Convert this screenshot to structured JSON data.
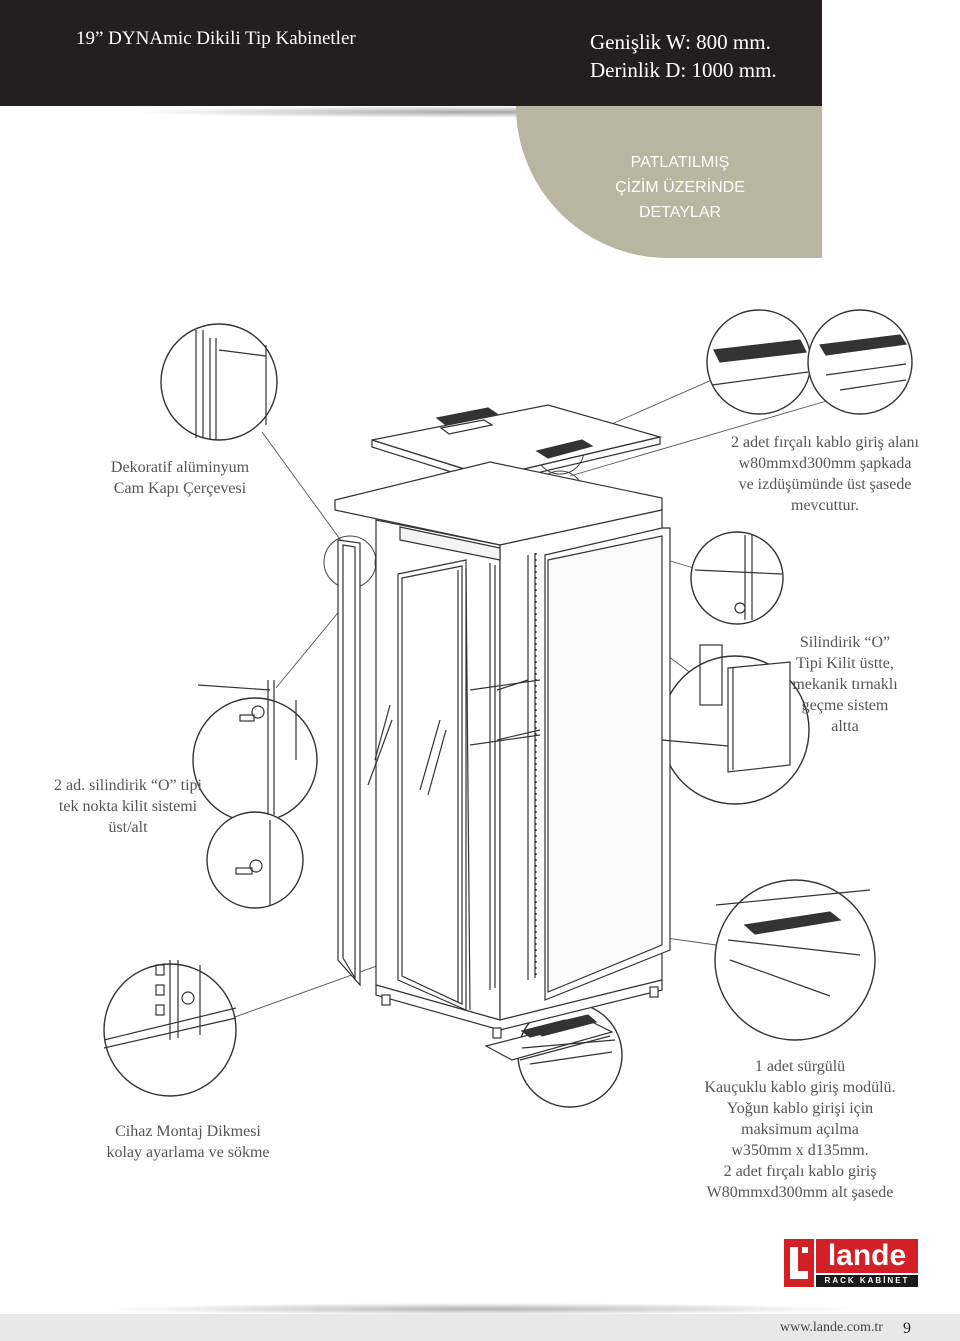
{
  "header": {
    "title": "19” DYNAmic Dikili Tip Kabinetler",
    "width_line": "Genişlik W: 800 mm.",
    "depth_line": "Derinlik  D: 1000 mm."
  },
  "badge": {
    "lines": [
      "PATLATILMIŞ",
      "ÇİZİM ÜZERİNDE",
      "DETAYLAR"
    ]
  },
  "callouts": {
    "door_frame": [
      "Dekoratif alüminyum",
      "Cam Kapı Çerçevesi"
    ],
    "cable_entry_top": [
      "2 adet fırçalı kablo giriş alanı",
      "w80mmxd300mm şapkada",
      "ve izdüşümünde üst şasede",
      "mevcuttur."
    ],
    "lock_side": [
      "Silindirik “O”",
      "Tipi Kilit üstte,",
      "mekanik tırnaklı",
      "geçme sistem",
      "altta"
    ],
    "lock_front": [
      "2 ad. silindirik “O” tipi",
      "tek nokta kilit sistemi",
      "üst/alt"
    ],
    "mounting": [
      "Cihaz Montaj Dikmesi",
      "kolay ayarlama ve sökme"
    ],
    "cable_entry_bottom": [
      "1 adet sürgülü",
      "Kauçuklu kablo giriş modülü.",
      "Yoğun kablo girişi için",
      "maksimum açılma",
      "w350mm x d135mm.",
      "2 adet fırçalı kablo giriş",
      "W80mmxd300mm alt şasede"
    ]
  },
  "logo": {
    "word": "lande",
    "sub": "RACK KABİNET"
  },
  "footer": {
    "url": "www.lande.com.tr",
    "page": "9"
  },
  "colors": {
    "header_bg": "#231f20",
    "badge_bg": "#b8b6a0",
    "brand_red": "#d32027"
  }
}
